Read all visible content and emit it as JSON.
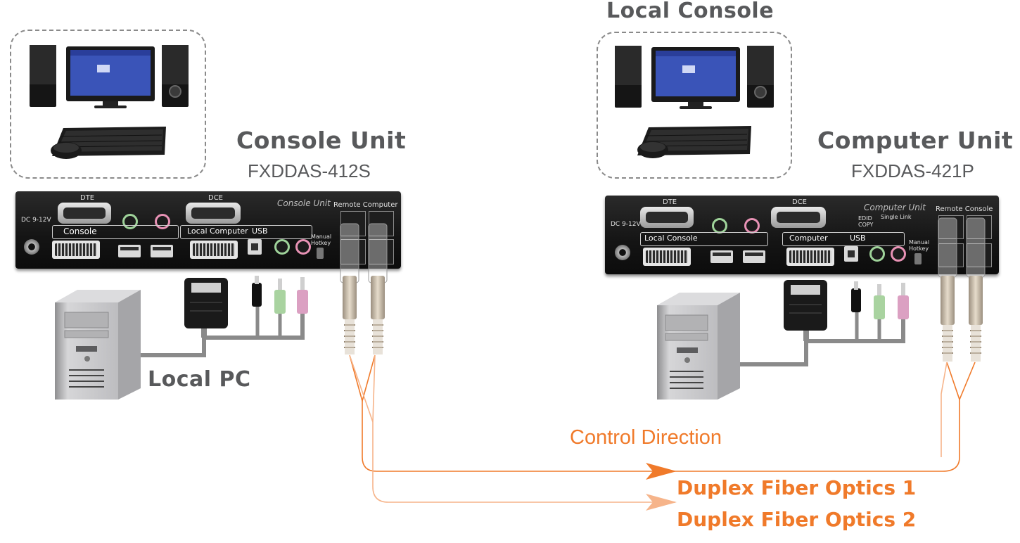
{
  "labels": {
    "console_unit_title": "Console Unit",
    "console_unit_model": "FXDDAS-412S",
    "local_console_title": "Local Console",
    "computer_unit_title": "Computer Unit",
    "computer_unit_model": "FXDDAS-421P",
    "local_pc": "Local PC",
    "control_direction": "Control Direction",
    "fiber1": "Duplex Fiber Optics 1",
    "fiber2": "Duplex Fiber Optics 2"
  },
  "console_unit": {
    "title": "Console Unit",
    "dte": "DTE",
    "dce": "DCE",
    "remote": "Remote Computer",
    "dc": "DC 9-12V",
    "strip1": "Console",
    "strip2": "Local Computer",
    "usb": "USB",
    "hotkey": "Manual Hotkey"
  },
  "computer_unit": {
    "title": "Computer Unit",
    "dte": "DTE",
    "dce": "DCE",
    "remote": "Remote Console",
    "dc": "DC 9-12V",
    "strip1": "Local Console",
    "strip2": "Computer",
    "usb": "USB",
    "edid": "EDID COPY",
    "single_link": "Single Link",
    "hotkey": "Manual Hotkey"
  },
  "colors": {
    "gray_text": "#58595b",
    "orange": "#f07a2a",
    "orange_light": "#f6b48a"
  },
  "icons": [
    "monitor-icon",
    "speaker-icon",
    "keyboard-icon",
    "mouse-icon",
    "pc-tower-icon",
    "dvi-cable-icon",
    "audio-plug-icon",
    "fiber-connector-icon"
  ]
}
